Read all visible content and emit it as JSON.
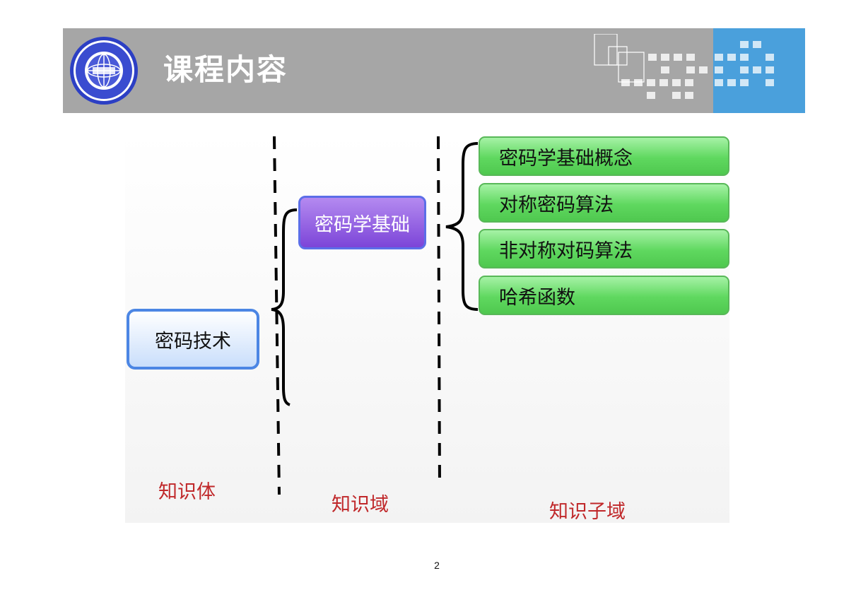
{
  "header": {
    "title": "课程内容"
  },
  "diagram": {
    "root": "密码技术",
    "domain": "密码学基础",
    "subdomains": [
      "密码学基础概念",
      "对称密码算法",
      "非对称对码算法",
      "哈希函数"
    ],
    "column_labels": [
      "知识体",
      "知识域",
      "知识子域"
    ]
  },
  "footer": {
    "page_number": "2"
  },
  "colors": {
    "header_gray": "#a6a6a6",
    "header_blue": "#4aa0dc",
    "root_border": "#4c86e4",
    "domain_fill": "#7c45d8",
    "subdomain_fill": "#5fd85f",
    "label_red": "#c0282a"
  }
}
